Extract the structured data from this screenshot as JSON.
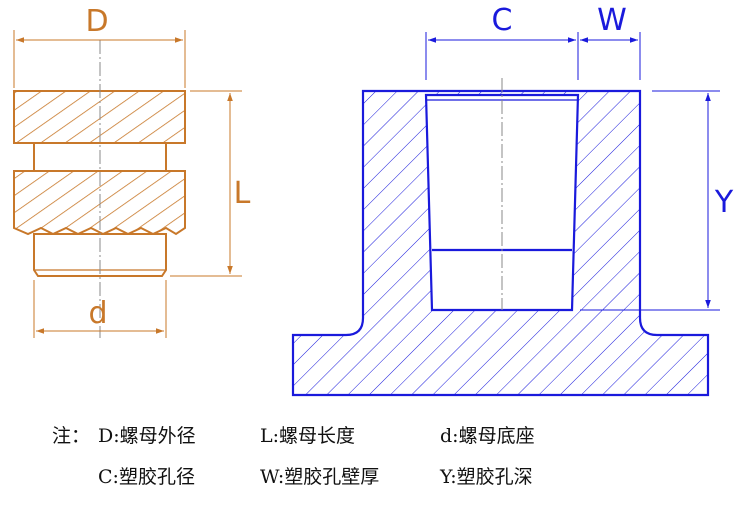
{
  "colors": {
    "nut": "#c8782a",
    "hole": "#1a1adc",
    "text": "#111111",
    "centerline": "#8a8a8a"
  },
  "nut_labels": {
    "D": "D",
    "L": "L",
    "d": "d"
  },
  "hole_labels": {
    "C": "C",
    "W": "W",
    "Y": "Y"
  },
  "legend": {
    "prefix": "注：",
    "row1": [
      "D:螺母外径",
      "L:螺母长度",
      "d:螺母底座"
    ],
    "row2": [
      "C:塑胶孔径",
      "W:塑胶孔壁厚",
      "Y:塑胶孔深"
    ]
  }
}
